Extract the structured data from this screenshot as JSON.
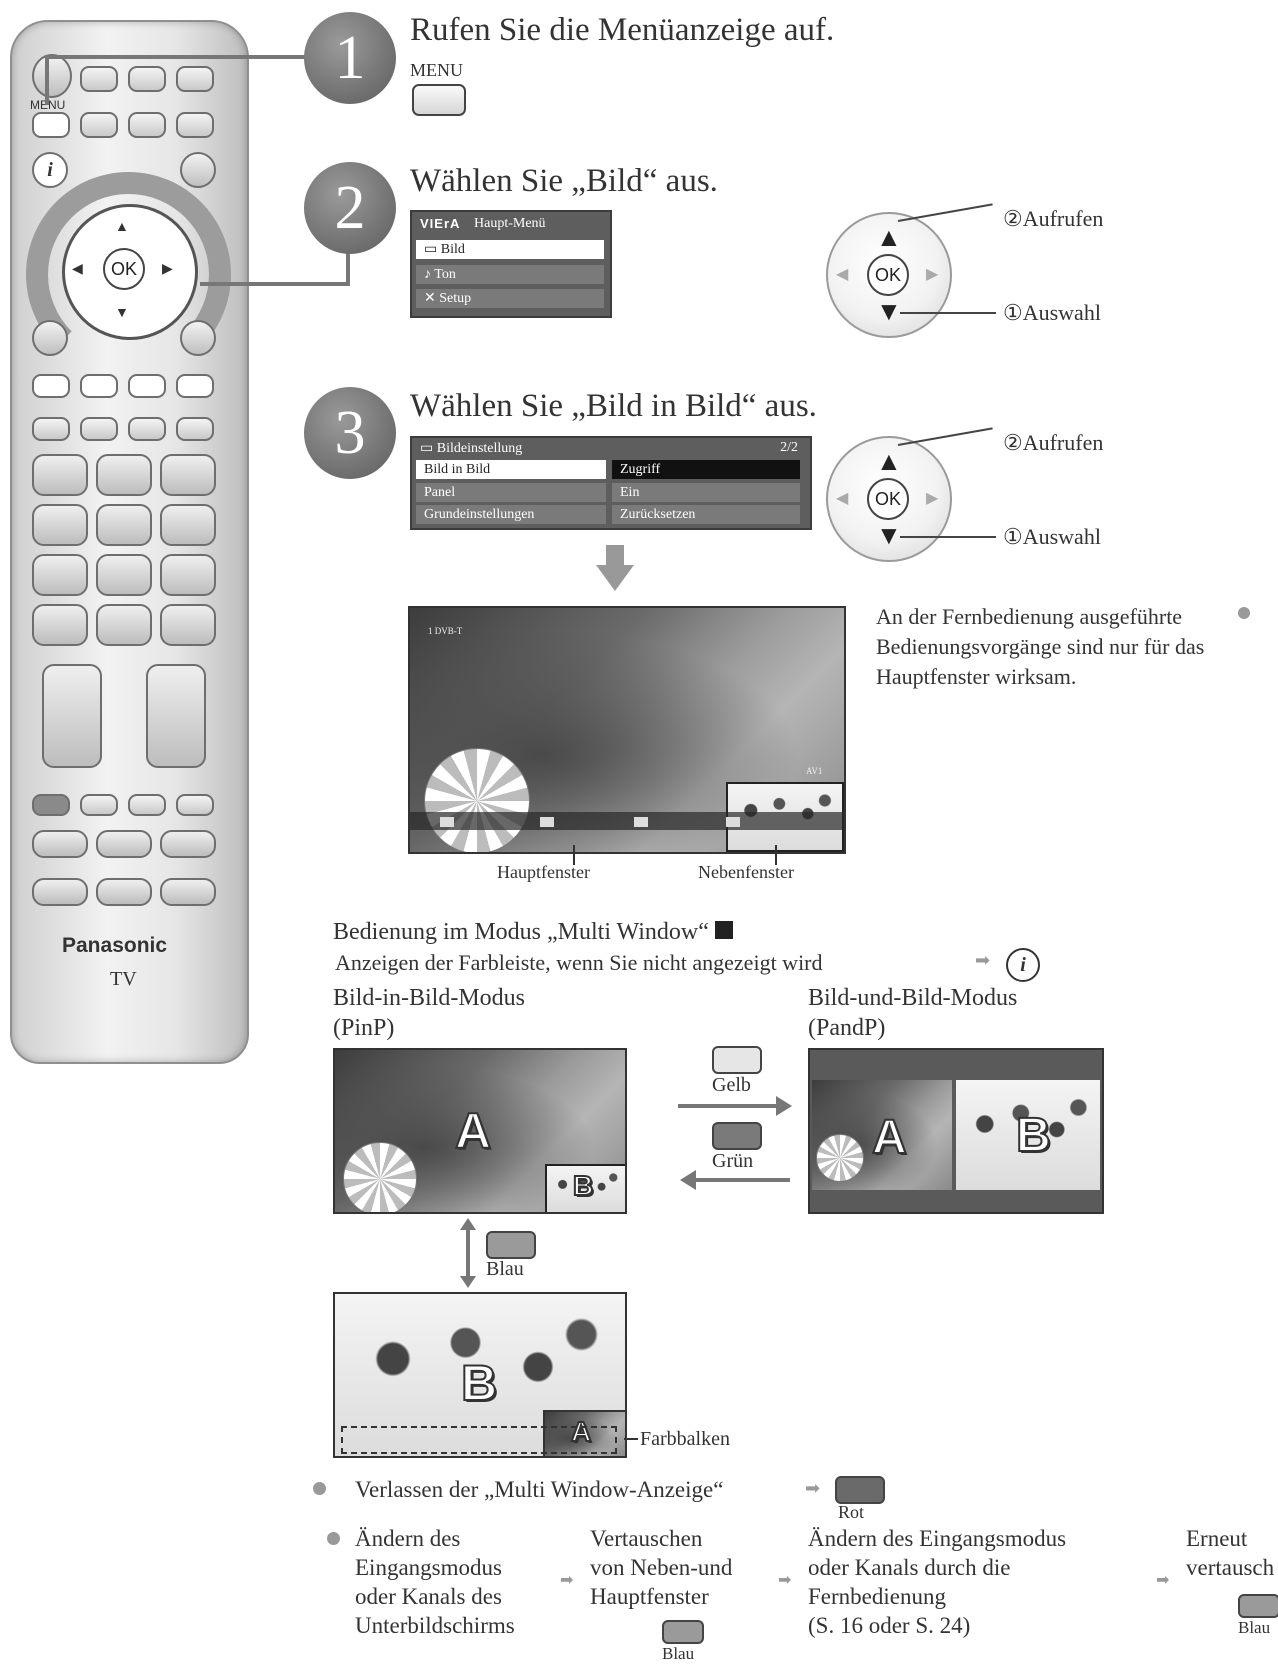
{
  "remote": {
    "menu_label": "MENU",
    "ok_label": "OK",
    "brand": "Panasonic",
    "model": "TV",
    "info_icon": "info-icon"
  },
  "step1": {
    "number": "1",
    "title": "Rufen Sie die Menüanzeige auf.",
    "button_label": "MENU"
  },
  "step2": {
    "number": "2",
    "title": "Wählen Sie „Bild“ aus.",
    "osd": {
      "logo": "VIErA",
      "heading": "Haupt-Menü",
      "items": [
        "Bild",
        "Ton",
        "Setup"
      ]
    },
    "pad": {
      "ok": "OK",
      "label_enter": "②Aufrufen",
      "label_select": "①Auswahl"
    }
  },
  "step3": {
    "number": "3",
    "title": "Wählen Sie „Bild in Bild“ aus.",
    "osd": {
      "heading": "Bildeinstellung",
      "page": "2/2",
      "rows": [
        {
          "label": "Bild in Bild",
          "value": "Zugriff"
        },
        {
          "label": "Panel",
          "value": "Ein"
        },
        {
          "label": "Grundeinstellungen",
          "value": "Zurücksetzen"
        }
      ]
    },
    "pad": {
      "ok": "OK",
      "label_enter": "②Aufrufen",
      "label_select": "①Auswahl"
    }
  },
  "note": "An der Fernbedienung ausgeführte Bedienungsvorgänge sind nur für das Hauptfenster wirksam.",
  "screen_labels": {
    "main": "Hauptfenster",
    "sub": "Nebenfenster",
    "channel": "1 DVB-T",
    "av": "AV1"
  },
  "multiwindow": {
    "title": "Bedienung im Modus „Multi Window“",
    "colorbar_hint": "Anzeigen der Farbleiste, wenn Sie nicht angezeigt wird",
    "pinp_title": "Bild-in-Bild-Modus",
    "pinp_sub": "(PinP)",
    "pandp_title": "Bild-und-Bild-Modus",
    "pandp_sub": "(PandP)",
    "yellow": "Gelb",
    "green": "Grün",
    "blue": "Blau",
    "farbbalken": "Farbbalken",
    "letter_a": "A",
    "letter_b": "B"
  },
  "bottom": {
    "exit": "Verlassen der „Multi Window-Anzeige“",
    "red": "Rot",
    "col1": [
      "Ändern des",
      "Eingangsmodus",
      "oder Kanals des",
      "Unterbildschirms"
    ],
    "col2": [
      "Vertauschen",
      "von Neben-und",
      "Hauptfenster"
    ],
    "col2_btn": "Blau",
    "col3": [
      "Ändern des Eingangsmodus",
      "oder Kanals durch die",
      "Fernbedienung",
      "(S. 16 oder S. 24)"
    ],
    "col4": [
      "Erneut",
      "vertausch"
    ],
    "col4_btn": "Blau"
  },
  "colors": {
    "yellow_btn": "#d9d9d9",
    "green_btn": "#7a7a7a",
    "blue_btn": "#9a9a9a",
    "red_btn": "#6a6a6a"
  }
}
